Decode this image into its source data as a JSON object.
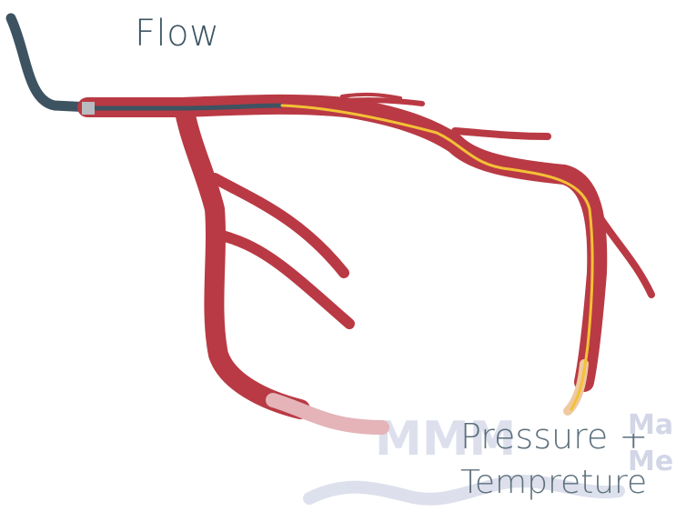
{
  "labels": {
    "flow": "Flow",
    "pressure": "Pressure +",
    "temperature": "Tempreture"
  },
  "watermark": {
    "logo_text": "MMM",
    "right_text_line1": "Ma",
    "right_text_line2": "Me"
  },
  "colors": {
    "vessel": "#b93a44",
    "vessel_outline": "#a02a34",
    "catheter": "#3e5362",
    "guidewire": "#f3c136",
    "label_text": "#3d5563",
    "watermark": "#c7cde1"
  }
}
